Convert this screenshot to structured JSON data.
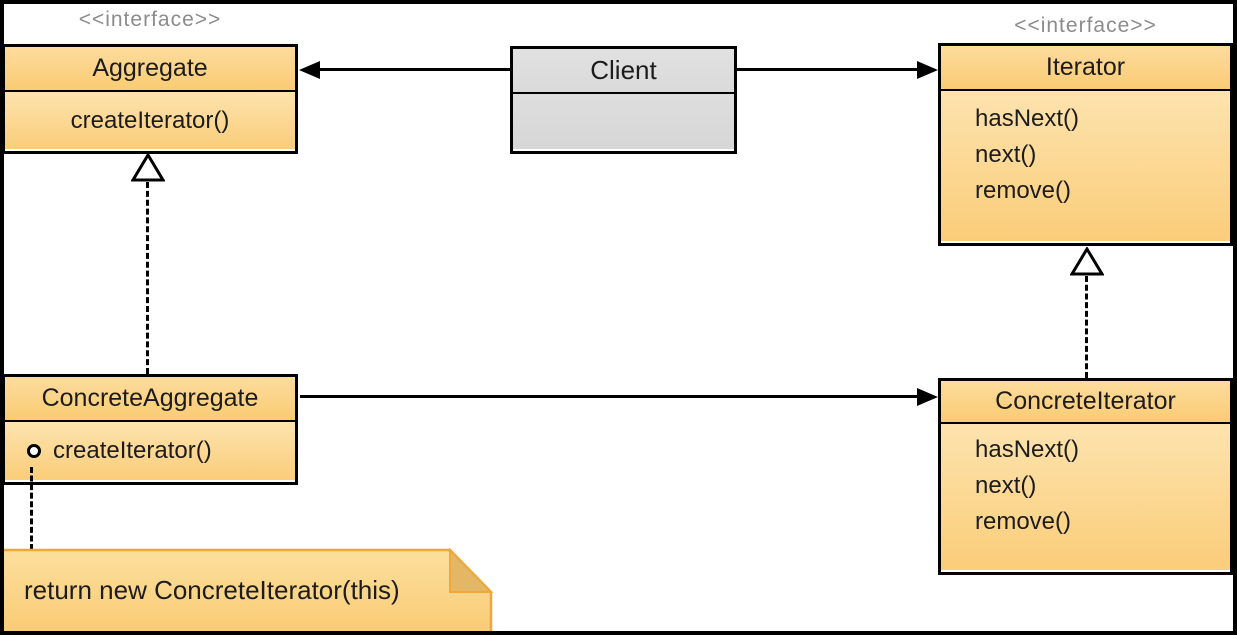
{
  "diagram": {
    "type": "uml-class-diagram",
    "pattern": "Iterator",
    "stereotypes": {
      "left": "<<interface>>",
      "right": "<<interface>>"
    },
    "classes": {
      "aggregate": {
        "name": "Aggregate",
        "methods": [
          "createIterator()"
        ]
      },
      "client": {
        "name": "Client",
        "methods": []
      },
      "iterator": {
        "name": "Iterator",
        "methods": [
          "hasNext()",
          "next()",
          "remove()"
        ]
      },
      "concreteAggregate": {
        "name": "ConcreteAggregate",
        "methods": [
          "createIterator()"
        ]
      },
      "concreteIterator": {
        "name": "ConcreteIterator",
        "methods": [
          "hasNext()",
          "next()",
          "remove()"
        ]
      }
    },
    "note": {
      "text": "return new ConcreteIterator(this)"
    },
    "relations": [
      {
        "from": "Client",
        "to": "Aggregate",
        "type": "association-arrow"
      },
      {
        "from": "Client",
        "to": "Iterator",
        "type": "association-arrow"
      },
      {
        "from": "ConcreteAggregate",
        "to": "ConcreteIterator",
        "type": "association-arrow"
      },
      {
        "from": "ConcreteAggregate",
        "to": "Aggregate",
        "type": "realization-dashed-hollow-triangle"
      },
      {
        "from": "ConcreteIterator",
        "to": "Iterator",
        "type": "realization-dashed-hollow-triangle"
      },
      {
        "from": "ConcreteAggregate.createIterator()",
        "to": "note",
        "type": "dashed-note-anchor"
      }
    ],
    "colors": {
      "header_fill_top": "#FDDC9D",
      "header_fill_bottom": "#FACB73",
      "body_fill_top": "#FDE3AE",
      "body_fill_bottom": "#FACD79",
      "client_fill": "#DDDDDD",
      "note_border": "#EFA63B",
      "note_fold": "#E3B766",
      "stereotype_text": "#8C8C8C",
      "line": "#000000",
      "background": "#FFFFFF"
    }
  }
}
